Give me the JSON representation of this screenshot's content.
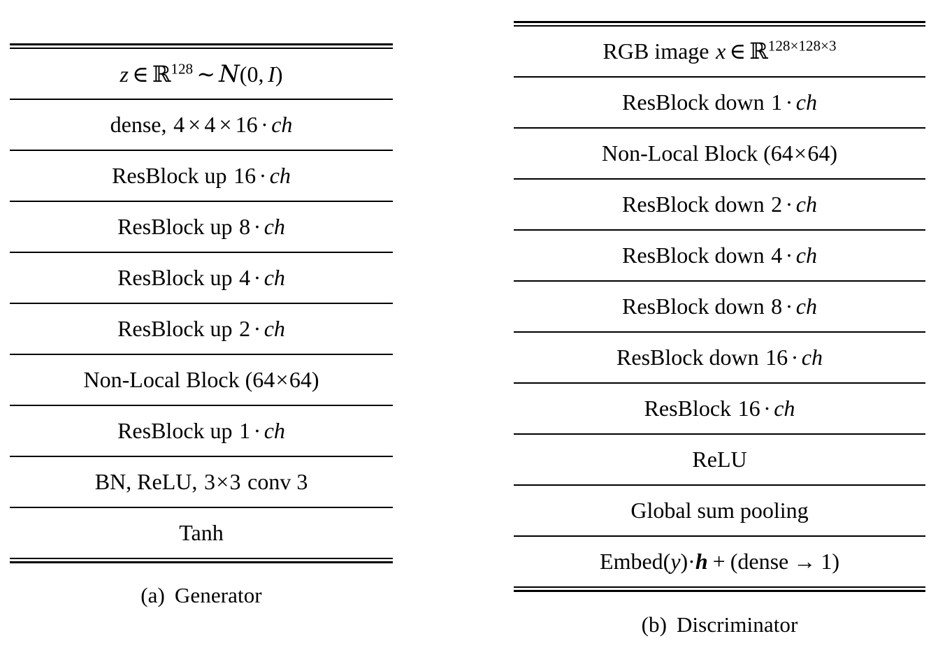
{
  "figure": {
    "kind": "architecture-tables",
    "background_color": "#ffffff",
    "text_color": "#000000"
  },
  "generator": {
    "caption_label": "(a)",
    "caption_text": "Generator",
    "rows": [
      {
        "id": "latent-input",
        "plain": "z ∈ ℝ^128 ~ ᵊ(0, I)"
      },
      {
        "id": "dense",
        "plain": "dense, 4 × 4 × 16 · ch"
      },
      {
        "id": "resblock-up-16",
        "plain": "ResBlock up 16 · ch"
      },
      {
        "id": "resblock-up-8",
        "plain": "ResBlock up 8 · ch"
      },
      {
        "id": "resblock-up-4",
        "plain": "ResBlock up 4 · ch"
      },
      {
        "id": "resblock-up-2",
        "plain": "ResBlock up 2 · ch"
      },
      {
        "id": "non-local",
        "plain": "Non-Local Block (64×64)"
      },
      {
        "id": "resblock-up-1",
        "plain": "ResBlock up 1 · ch"
      },
      {
        "id": "bn-relu-conv",
        "plain": "BN, ReLU, 3×3 conv 3"
      },
      {
        "id": "tanh",
        "plain": "Tanh"
      }
    ],
    "parts": {
      "z": "z",
      "in": "∈",
      "R": "ℝ",
      "dim": "128",
      "sim": "∼",
      "N": "N",
      "normal_args": "(0,",
      "I": "I",
      "close": ")",
      "dense_word": "dense,",
      "four": "4",
      "times": "×",
      "sixteen": "16",
      "cdot": "·",
      "ch": "ch",
      "resblock_up": "ResBlock up",
      "n16": "16",
      "n8": "8",
      "n4": "4",
      "n2": "2",
      "n1": "1",
      "nonlocal_text": "Non-Local Block (64",
      "nonlocal_times": "×",
      "nonlocal_tail": "64)",
      "bn_prefix": "BN, ReLU,",
      "three_a": "3",
      "conv_times": "×",
      "three_b": "3",
      "conv_tail": "conv 3",
      "tanh": "Tanh"
    }
  },
  "discriminator": {
    "caption_label": "(b)",
    "caption_text": "Discriminator",
    "rows": [
      {
        "id": "rgb-input",
        "plain": "RGB image x ∈ ℝ^128×128×3"
      },
      {
        "id": "resblock-down-1",
        "plain": "ResBlock down 1 · ch"
      },
      {
        "id": "non-local",
        "plain": "Non-Local Block (64×64)"
      },
      {
        "id": "resblock-down-2",
        "plain": "ResBlock down 2 · ch"
      },
      {
        "id": "resblock-down-4",
        "plain": "ResBlock down 4 · ch"
      },
      {
        "id": "resblock-down-8",
        "plain": "ResBlock down 8 · ch"
      },
      {
        "id": "resblock-down-16",
        "plain": "ResBlock down 16 · ch"
      },
      {
        "id": "resblock-16",
        "plain": "ResBlock 16 · ch"
      },
      {
        "id": "relu",
        "plain": "ReLU"
      },
      {
        "id": "global-sum-pool",
        "plain": "Global sum pooling"
      },
      {
        "id": "output-head",
        "plain": "Embed(y)·h + (dense → 1)"
      }
    ],
    "parts": {
      "rgb_prefix": "RGB image",
      "x": "x",
      "in": "∈",
      "R": "ℝ",
      "dim_a": "128",
      "dim_times_a": "×",
      "dim_b": "128",
      "dim_times_b": "×",
      "dim_c": "3",
      "resblock_down": "ResBlock down",
      "resblock": "ResBlock",
      "n1": "1",
      "n2": "2",
      "n4": "4",
      "n8": "8",
      "n16": "16",
      "cdot": "·",
      "ch": "ch",
      "nonlocal_text": "Non-Local Block (64",
      "nonlocal_times": "×",
      "nonlocal_tail": "64)",
      "relu": "ReLU",
      "global_sum": "Global sum pooling",
      "embed_open": "Embed(",
      "y": "y",
      "embed_close": ")",
      "dot": "·",
      "h": "h",
      "plus": "+",
      "dense_open": "(dense",
      "arrow": "→",
      "one_close": "1)"
    }
  }
}
